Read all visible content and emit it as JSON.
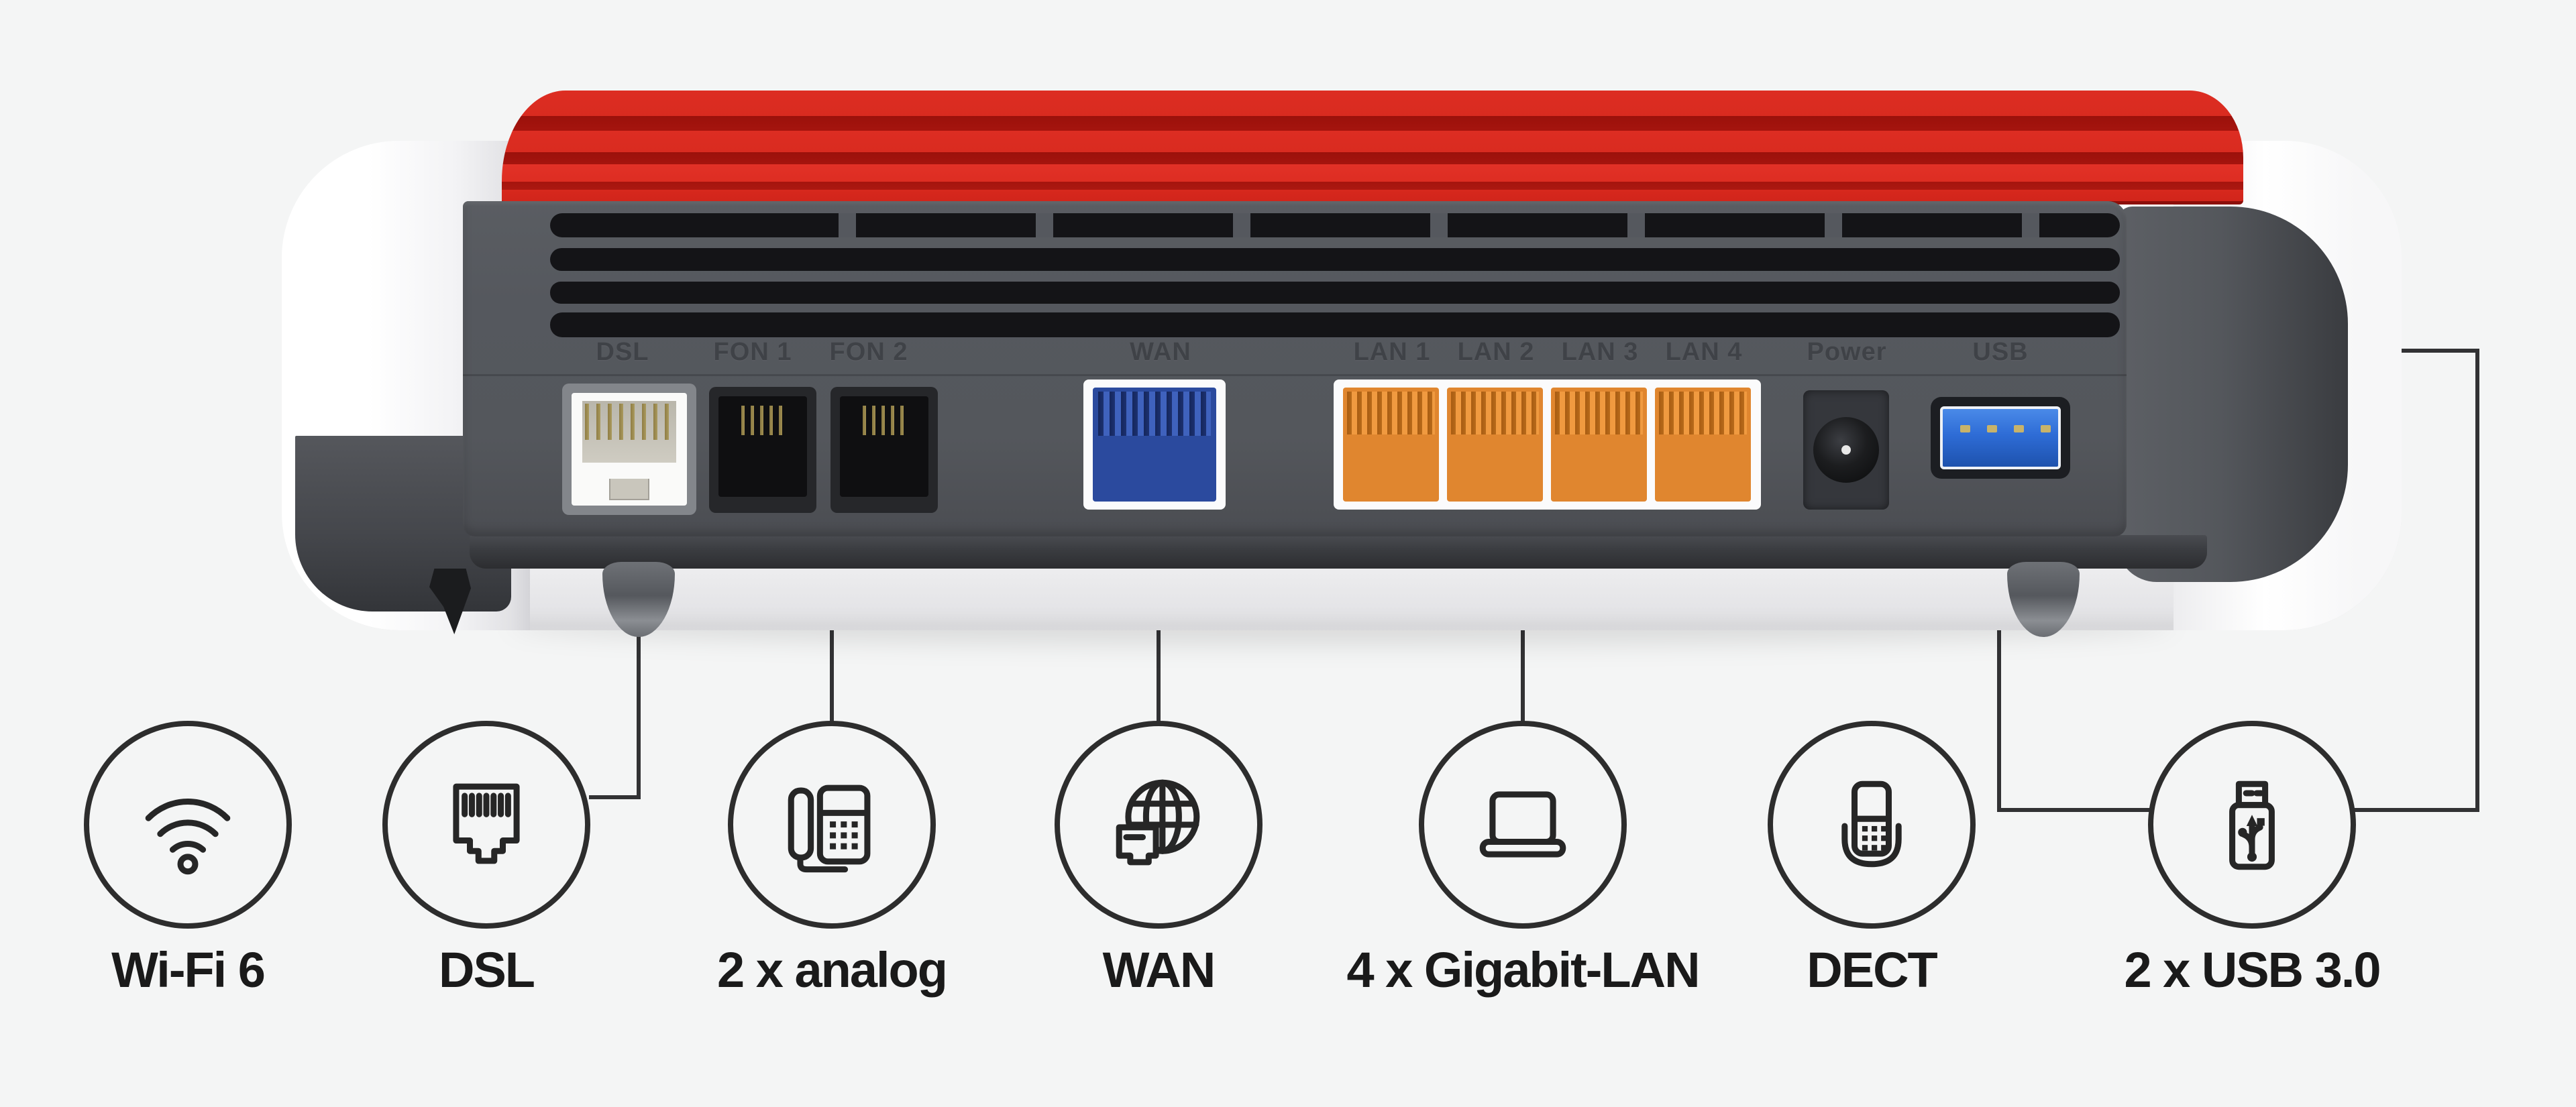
{
  "device": {
    "port_labels": [
      "DSL",
      "FON 1",
      "FON 2",
      "WAN",
      "LAN 1",
      "LAN 2",
      "LAN 3",
      "LAN 4",
      "Power",
      "USB"
    ]
  },
  "features": [
    {
      "icon": "wifi-icon",
      "label": "Wi-Fi 6"
    },
    {
      "icon": "dsl-jack-icon",
      "label": "DSL"
    },
    {
      "icon": "analog-phone-icon",
      "label": "2 x analog"
    },
    {
      "icon": "wan-globe-icon",
      "label": "WAN"
    },
    {
      "icon": "laptop-icon",
      "label": "4 x Gigabit-LAN"
    },
    {
      "icon": "dect-phone-icon",
      "label": "DECT"
    },
    {
      "icon": "usb-stick-icon",
      "label": "2 x USB 3.0"
    }
  ],
  "colors": {
    "background": "#f4f5f5",
    "brand_red": "#dd2d22",
    "panel_gray": "#55585e",
    "vent_black": "#141417",
    "wan_blue": "#2b4a9e",
    "lan_orange": "#e0862f",
    "usb_blue": "#2e6cd6",
    "line": "#323234"
  }
}
